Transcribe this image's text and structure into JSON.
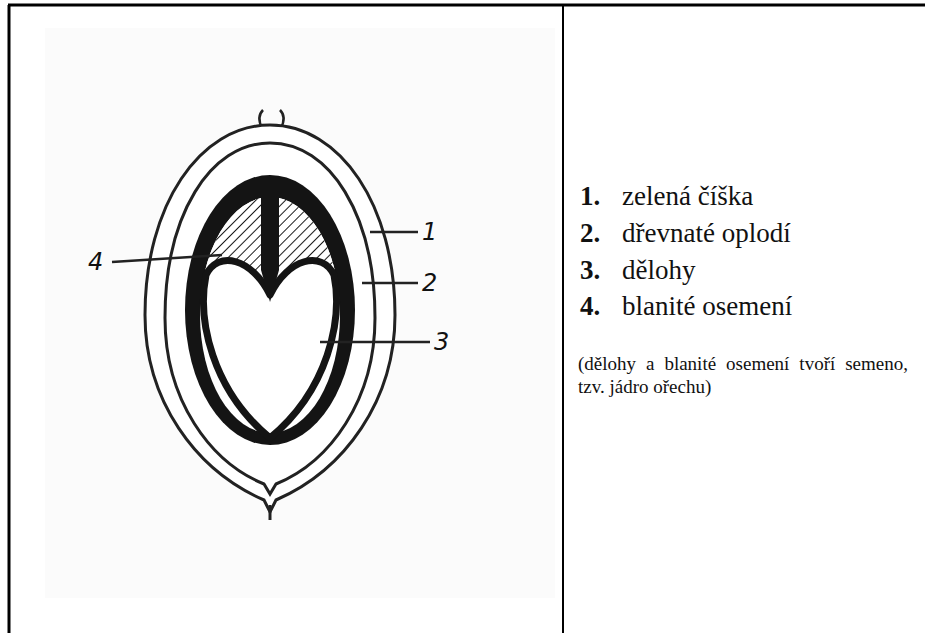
{
  "diagram": {
    "labels": [
      "4",
      "1",
      "2",
      "3",
      "1.",
      "zelená číška",
      "2.",
      "dřevnaté oplodí",
      "3.",
      "dělohy",
      "4.",
      "blanité osemení",
      "(dělohy a blanité osemení tvoří semeno, tzv. jádro ořechu)"
    ]
  }
}
